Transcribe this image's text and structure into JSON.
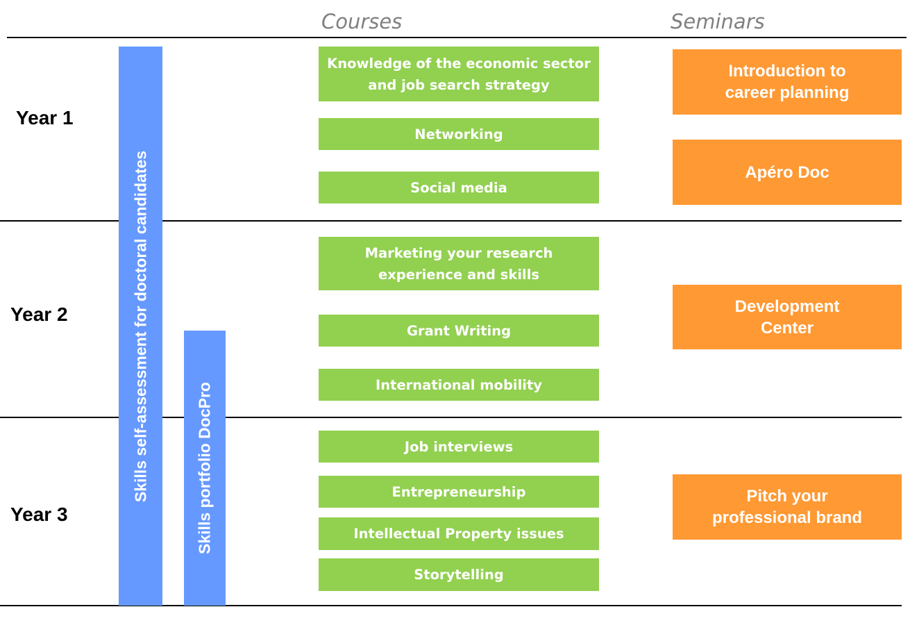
{
  "headers": {
    "courses": "Courses",
    "seminars": "Seminars"
  },
  "years": [
    "Year 1",
    "Year 2",
    "Year 3"
  ],
  "vertical_bars": {
    "self_assessment": "Skills self-assessment for doctoral candidates",
    "portfolio": "Skills portfolio DocPro"
  },
  "courses": [
    "Knowledge of the economic sector\nand job search strategy",
    "Networking",
    "Social media",
    "Marketing your research\nexperience and skills",
    "Grant Writing",
    "International mobility",
    "Job interviews",
    "Entrepreneurship",
    "Intellectual Property issues",
    "Storytelling"
  ],
  "seminars": [
    "Introduction to\ncareer planning",
    "Apéro Doc",
    "Development\nCenter",
    "Pitch your\nprofessional brand"
  ],
  "colors": {
    "course_box": "#92d050",
    "seminar_box": "#ff9933",
    "vertical_bar": "#6699ff",
    "header_text": "#808080"
  }
}
